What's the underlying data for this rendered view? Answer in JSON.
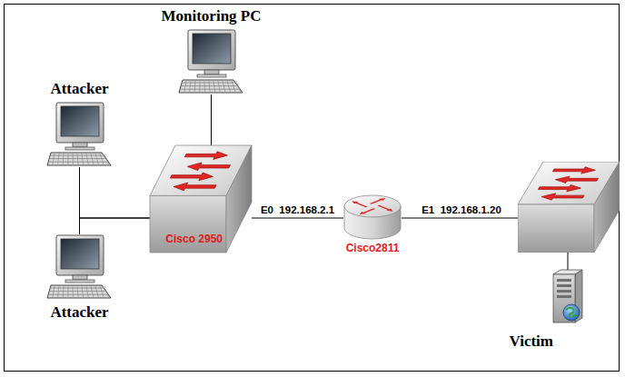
{
  "diagram": {
    "nodes": [
      {
        "text": [
          "Monitoring PC"
        ]
      },
      {
        "text": [
          "Attacker"
        ]
      },
      {
        "text": [
          "Cisco 2950"
        ]
      },
      {
        "text": [
          "Cisco2811"
        ]
      },
      {
        "text": [
          "Attacker"
        ]
      },
      {
        "text": [
          "Victim"
        ]
      }
    ],
    "edges": [
      {
        "from": 1,
        "to": 2,
        "arrow": "none"
      },
      {
        "from": 4,
        "to": 2,
        "arrow": "none"
      },
      {
        "from": 0,
        "to": 2,
        "arrow": "none"
      },
      {
        "from": 2,
        "to": 3,
        "label": "E0  192.168.2.1",
        "arrow": "none"
      }
    ],
    "labels": [
      "E1  192.168.1.20"
    ]
  }
}
